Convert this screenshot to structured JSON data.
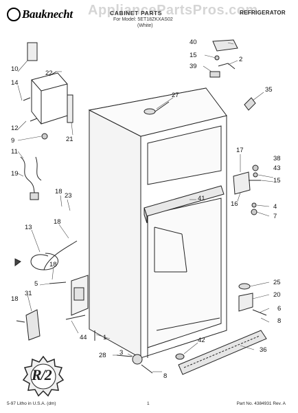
{
  "header": {
    "brand": "Bauknecht",
    "watermark": "AppliancePartsPros.com",
    "section_title": "CABINET PARTS",
    "model_line": "For Model: 5ET18ZKXAS02",
    "color_line": "(White)",
    "appliance": "REFRIGERATOR"
  },
  "footer": {
    "left": "5-97 Litho in U.S.A. (dm)",
    "page": "1",
    "right": "Part No. 4384931 Rev. A"
  },
  "seal_mark": "R/2",
  "callouts": [
    {
      "id": "10"
    },
    {
      "id": "22"
    },
    {
      "id": "14"
    },
    {
      "id": "12"
    },
    {
      "id": "9"
    },
    {
      "id": "11"
    },
    {
      "id": "19"
    },
    {
      "id": "21"
    },
    {
      "id": "18a",
      "text": "18"
    },
    {
      "id": "23"
    },
    {
      "id": "13"
    },
    {
      "id": "18b",
      "text": "18"
    },
    {
      "id": "18c",
      "text": "18"
    },
    {
      "id": "5"
    },
    {
      "id": "18d",
      "text": "18"
    },
    {
      "id": "31"
    },
    {
      "id": "44"
    },
    {
      "id": "1"
    },
    {
      "id": "27"
    },
    {
      "id": "40"
    },
    {
      "id": "15a",
      "text": "15"
    },
    {
      "id": "2"
    },
    {
      "id": "39"
    },
    {
      "id": "35"
    },
    {
      "id": "17"
    },
    {
      "id": "38"
    },
    {
      "id": "43"
    },
    {
      "id": "15b",
      "text": "15"
    },
    {
      "id": "16"
    },
    {
      "id": "4"
    },
    {
      "id": "7"
    },
    {
      "id": "41"
    },
    {
      "id": "25"
    },
    {
      "id": "20"
    },
    {
      "id": "6"
    },
    {
      "id": "8a",
      "text": "8"
    },
    {
      "id": "36"
    },
    {
      "id": "42"
    },
    {
      "id": "28"
    },
    {
      "id": "3"
    },
    {
      "id": "8b",
      "text": "8"
    }
  ]
}
